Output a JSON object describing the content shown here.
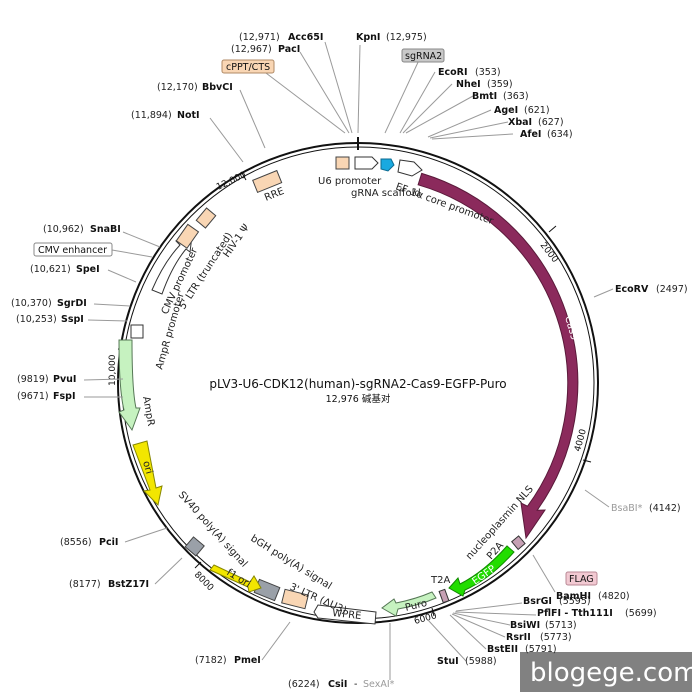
{
  "plasmid": {
    "name": "pLV3-U6-CDK12(human)-sgRNA2-Cas9-EGFP-Puro",
    "length_label": "12,976 碱基对"
  },
  "ticks": [
    "2000",
    "4000",
    "6000",
    "8000",
    "10,000",
    "12,000"
  ],
  "sites": [
    {
      "name": "Acc65I",
      "pos": "(12,971)"
    },
    {
      "name": "PacI",
      "pos": "(12,967)"
    },
    {
      "name": "KpnI",
      "pos": "(12,975)"
    },
    {
      "name": "BbvCI",
      "pos": "(12,170)"
    },
    {
      "name": "NotI",
      "pos": "(11,894)"
    },
    {
      "name": "EcoRI",
      "pos": "(353)"
    },
    {
      "name": "NheI",
      "pos": "(359)"
    },
    {
      "name": "BmtI",
      "pos": "(363)"
    },
    {
      "name": "AgeI",
      "pos": "(621)"
    },
    {
      "name": "XbaI",
      "pos": "(627)"
    },
    {
      "name": "AfeI",
      "pos": "(634)"
    },
    {
      "name": "SnaBI",
      "pos": "(10,962)"
    },
    {
      "name": "SpeI",
      "pos": "(10,621)"
    },
    {
      "name": "SgrDI",
      "pos": "(10,370)"
    },
    {
      "name": "SspI",
      "pos": "(10,253)"
    },
    {
      "name": "PvuI",
      "pos": "(9819)"
    },
    {
      "name": "FspI",
      "pos": "(9671)"
    },
    {
      "name": "EcoRV",
      "pos": "(2497)"
    },
    {
      "name": "BsaBI*",
      "pos": "(4142)"
    },
    {
      "name": "BamHI",
      "pos": "(4820)"
    },
    {
      "name": "PciI",
      "pos": "(8556)"
    },
    {
      "name": "BstZ17I",
      "pos": "(8177)"
    },
    {
      "name": "PmeI",
      "pos": "(7182)"
    },
    {
      "name": "BsrGI",
      "pos": "(5595)"
    },
    {
      "name": "PflFI - Tth111I",
      "pos": "(5699)"
    },
    {
      "name": "BsiWI",
      "pos": "(5713)"
    },
    {
      "name": "RsrII",
      "pos": "(5773)"
    },
    {
      "name": "BstEII",
      "pos": "(5791)"
    },
    {
      "name": "StuI",
      "pos": "(5988)"
    },
    {
      "name": "CsiI",
      "pos": "(6224)"
    },
    {
      "name": "SexAI*",
      "pos": ""
    }
  ],
  "boxed_labels": {
    "cppt": "cPPT/CTS",
    "sgrna2": "sgRNA2",
    "cmv_enhancer": "CMV enhancer",
    "flag": "FLAG"
  },
  "features": {
    "u6_promoter": "U6 promoter",
    "grna_scaffold": "gRNA scaffold",
    "ef1a": "EF-1α core promoter",
    "cas9": "Cas9",
    "nls": "nucleoplasmin NLS",
    "p2a": "P2A",
    "egfp": "EGFP",
    "t2a": "T2A",
    "puro": "Puro",
    "wpre": "WPRE",
    "ltr3": "3' LTR (ΔU3)",
    "bgh": "bGH poly(A) signal",
    "f1ori": "f1 ori",
    "sv40": "SV40 poly(A) signal",
    "ori": "ori",
    "ampr": "AmpR",
    "ampr_promoter": "AmpR promoter",
    "cmv_promoter": "CMV promoter",
    "ltr5": "5' LTR (truncated)",
    "hiv_psi": "HIV-1 Ψ",
    "rre": "RRE"
  },
  "colors": {
    "cas9": "#8b2a5c",
    "egfp": "#22dd00",
    "puro": "#c6f2c0",
    "ampr": "#c6f2c0",
    "ori": "#f2e600",
    "f1ori": "#f2e600",
    "ltr": "#f9d6b4",
    "polyA": "#9aa0a8",
    "scaffold": "#19a9e0",
    "flag_box": "#f2c9d2",
    "sgrna_box": "#c8c8c8",
    "cppt_box": "#f9d6b4"
  },
  "watermark": "blogege.com"
}
